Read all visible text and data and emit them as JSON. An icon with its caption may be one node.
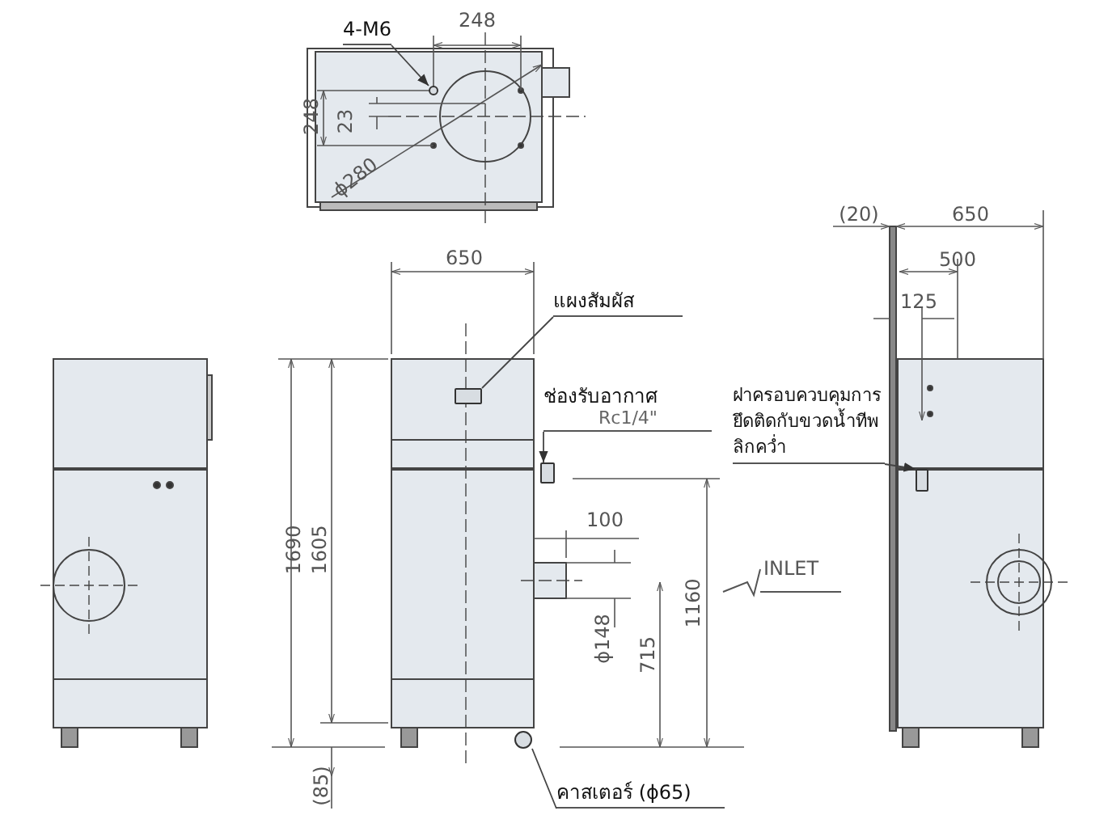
{
  "diagram": {
    "nodes": [
      {
        "text": [
          "แผงสัมผัส"
        ]
      },
      {
        "text": [],
        "shape": "box"
      },
      {
        "text": [
          "ช่องรับอากาศ",
          "Rc1/4\""
        ]
      },
      {
        "text": [],
        "shape": "box"
      },
      {
        "text": [
          "ฝาครอบควบคุมการยึดติดกับขวดน้ำทีพลิกคว่ำ"
        ]
      },
      {
        "text": [],
        "shape": "box"
      },
      {
        "text": [
          "คาสเตอร์ (ϕ65)"
        ]
      },
      {
        "text": [],
        "shape": "circle"
      },
      {
        "text": [
          "4-M6"
        ]
      },
      {
        "text": [],
        "shape": "circle"
      }
    ],
    "edges": [
      {
        "from": 0,
        "to": 1,
        "arrow": "none"
      },
      {
        "from": 2,
        "to": 3,
        "arrow": "to"
      },
      {
        "from": 4,
        "to": 5,
        "arrow": "to"
      },
      {
        "from": 6,
        "to": 7,
        "arrow": "none"
      },
      {
        "from": 8,
        "to": 9,
        "arrow": "to"
      }
    ],
    "labels": [
      "248",
      "23",
      "248",
      "ϕ280",
      "650",
      "1690",
      "1605",
      "(85)",
      "100",
      "ϕ148",
      "715",
      "1160",
      "INLET",
      "(20)",
      "650",
      "500",
      "125"
    ]
  }
}
